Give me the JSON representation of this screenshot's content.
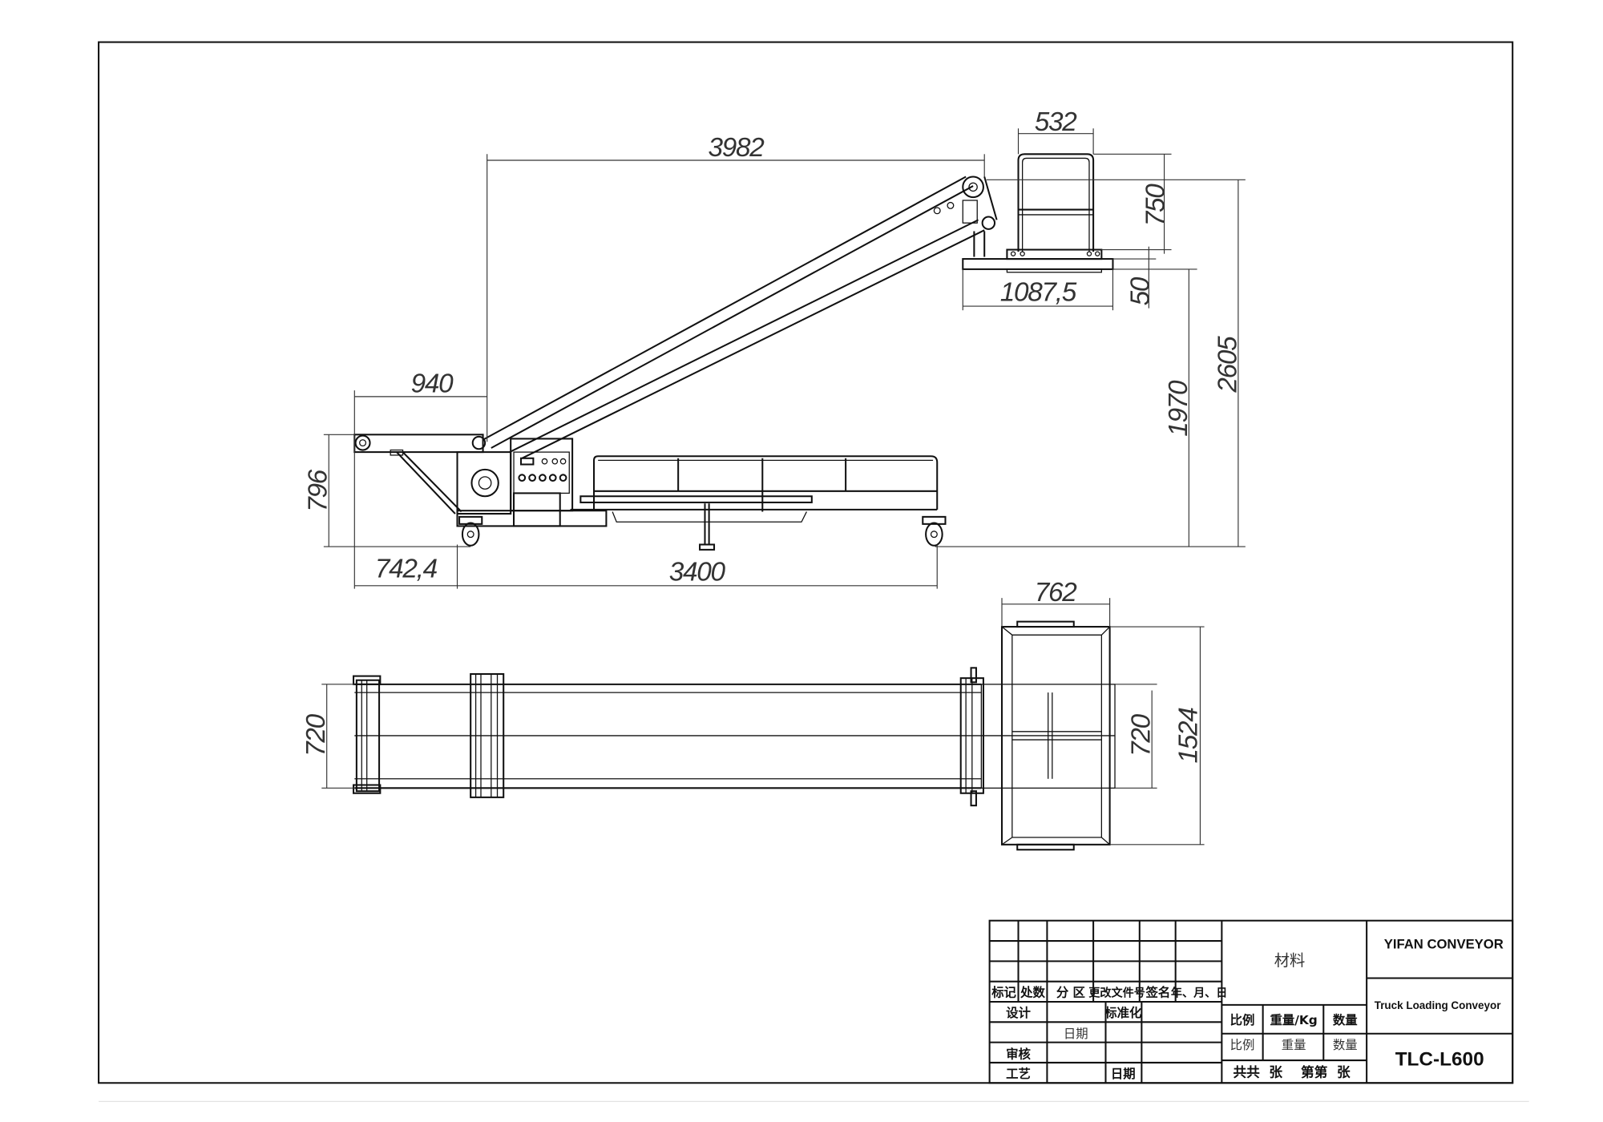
{
  "dimensions": {
    "platform_width": "532",
    "overall_length": "3982",
    "platform_height": "750",
    "platform_base": "1087,5",
    "platform_thickness": "50",
    "total_height": "2605",
    "platform_elevation": "1970",
    "feeder_length": "940",
    "feeder_height": "796",
    "feeder_offset": "742,4",
    "wheelbase": "3400",
    "top_platform_width": "762",
    "belt_width_left": "720",
    "belt_width_right": "720",
    "platform_length": "1524"
  },
  "title_block": {
    "revision_headers": [
      "标记",
      "处数",
      "分 区",
      "更改文件号",
      "签名",
      "年、月、日"
    ],
    "design": "设计",
    "standardization": "标准化",
    "date": "日期",
    "review": "审核",
    "process": "工艺",
    "date2": "日期",
    "material": "材料",
    "scale": "比例",
    "weight_kg": "重量/Kg",
    "quantity": "数量",
    "scale2": "比例",
    "weight": "重量",
    "quantity2": "数量",
    "sheets_total": "共共  张",
    "sheet_no": "第第  张",
    "company": "YIFAN CONVEYOR",
    "product_name": "Truck Loading Conveyor",
    "model": "TLC-L600"
  }
}
